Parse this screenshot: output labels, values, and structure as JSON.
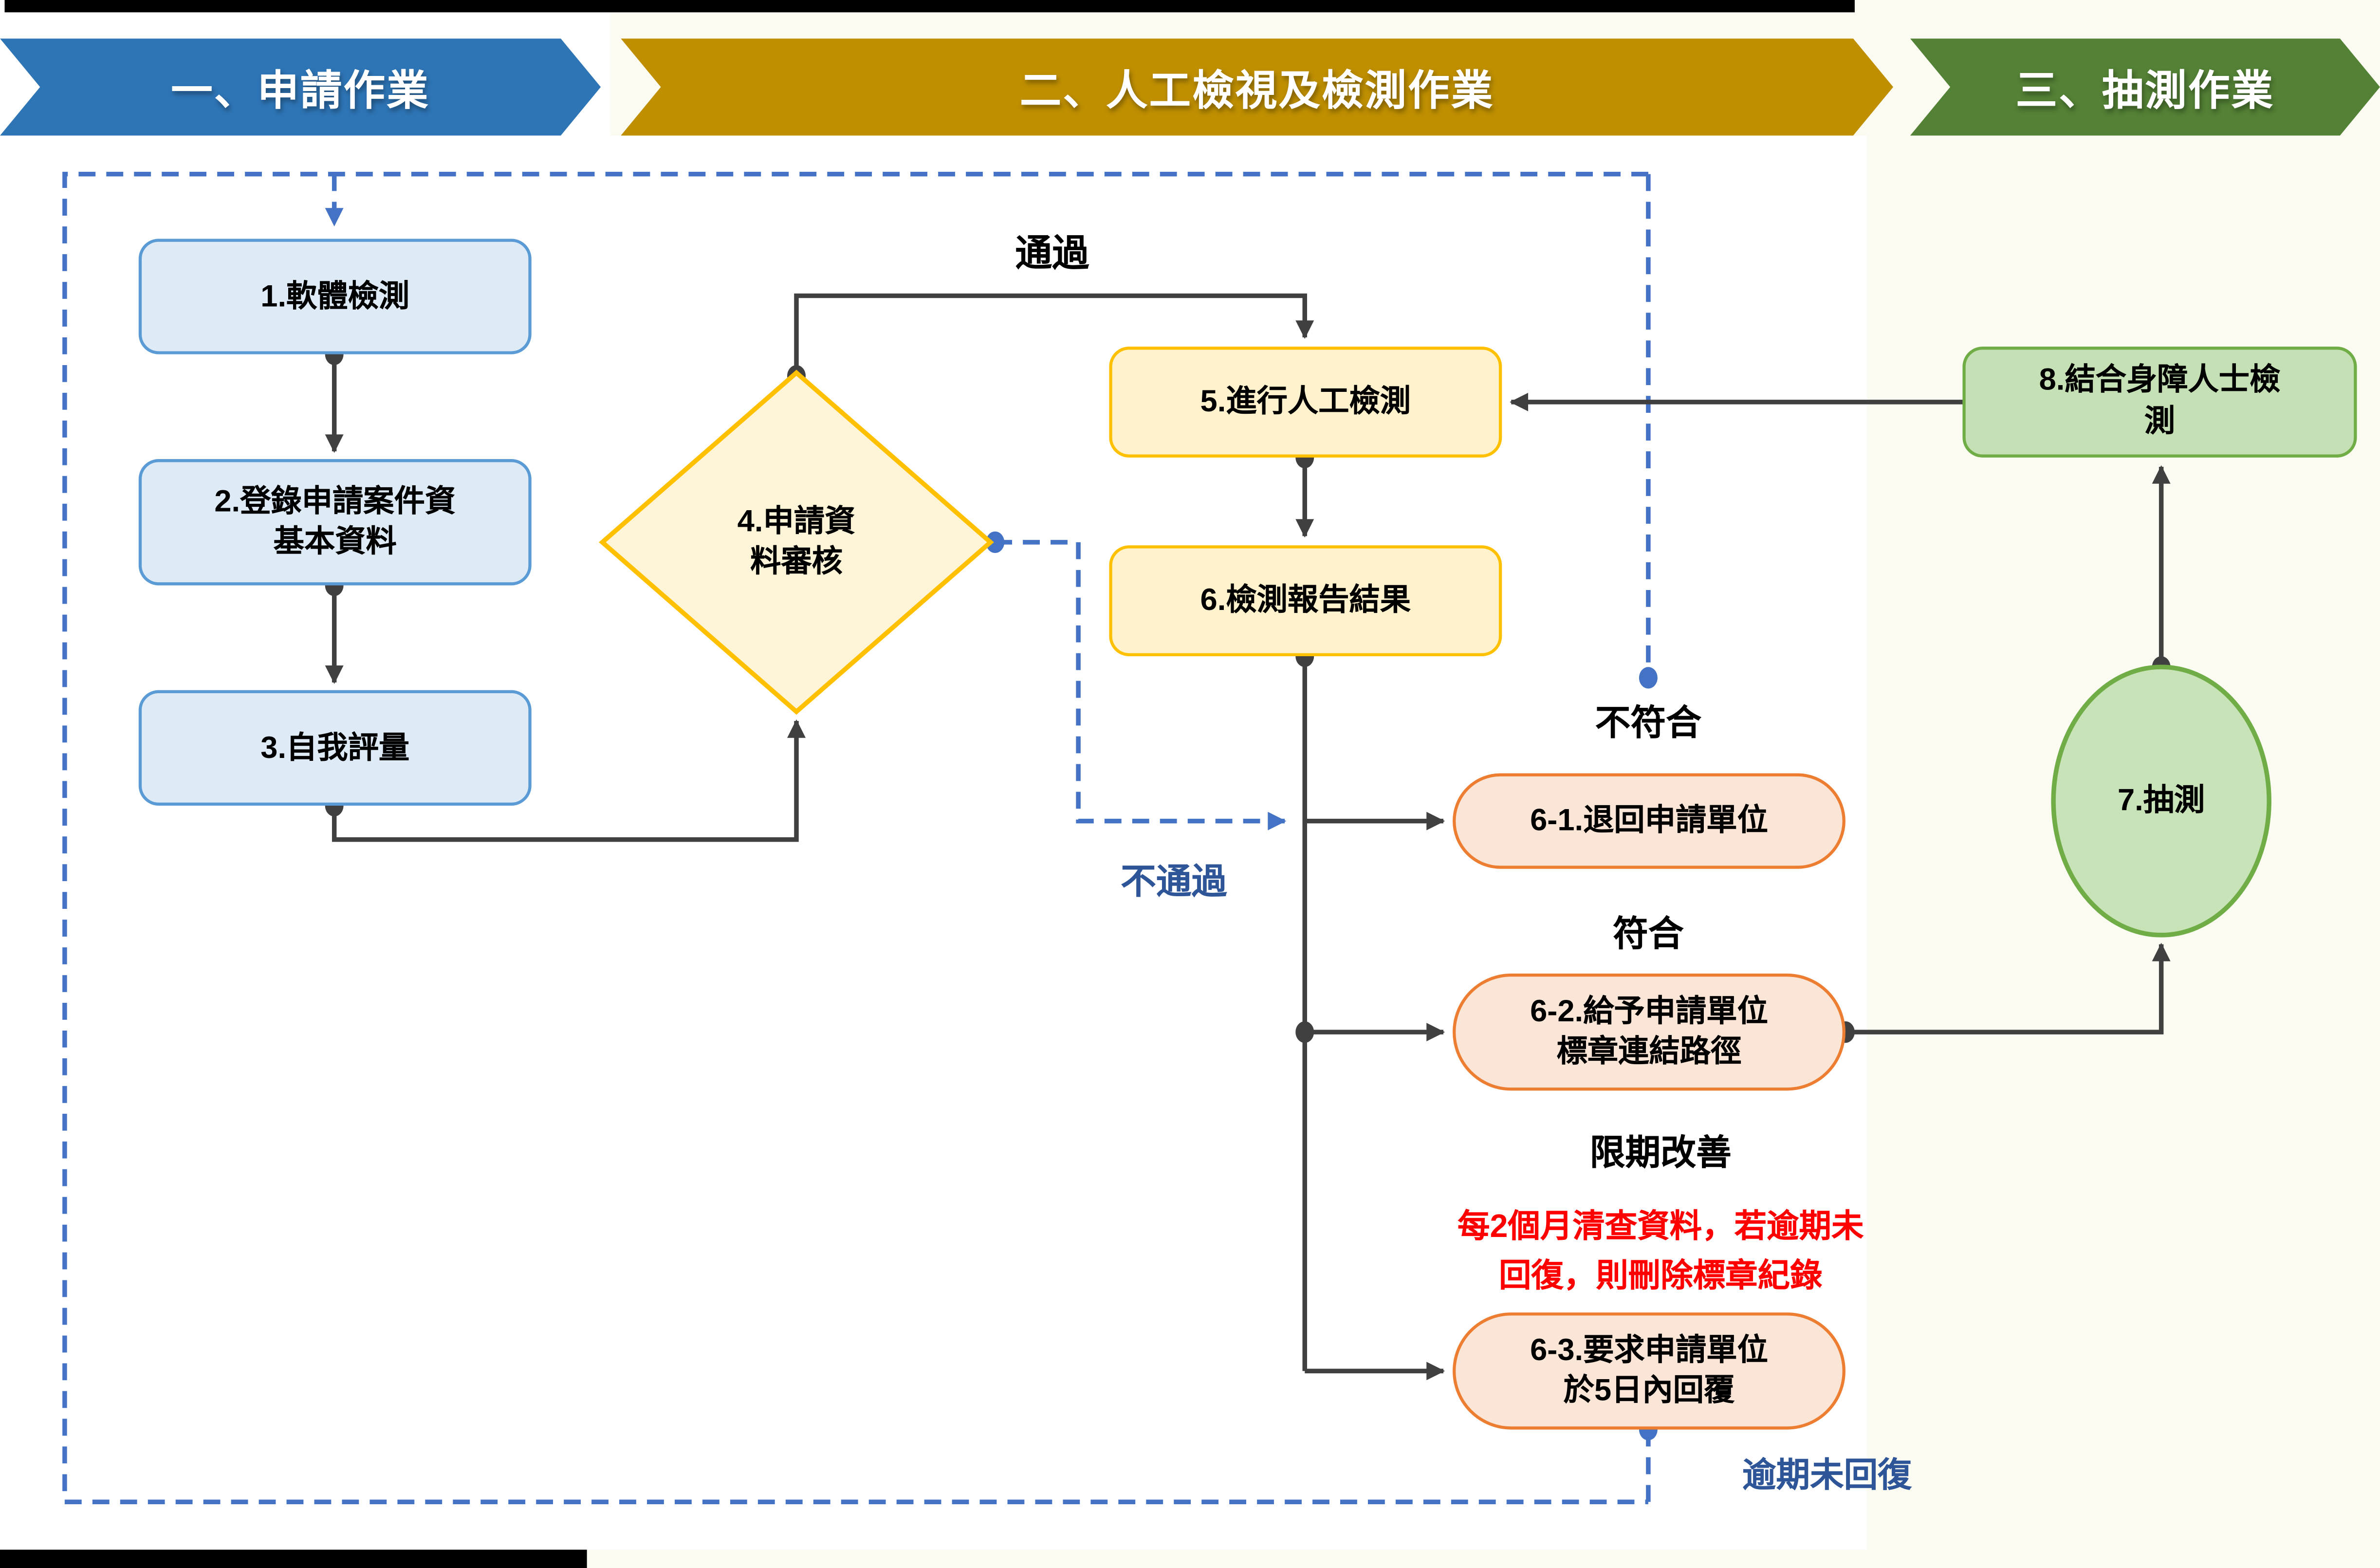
{
  "banners": [
    {
      "label": "一、申請作業",
      "color": "#2E75B6"
    },
    {
      "label": "二、人工檢視及檢測作業",
      "color": "#BF8F00"
    },
    {
      "label": "三、抽測作業",
      "color": "#538135"
    }
  ],
  "nodes": {
    "n1": {
      "label": "1.軟體檢測"
    },
    "n2": {
      "label": "2.登錄申請案件資\n基本資料"
    },
    "n3": {
      "label": "3.自我評量"
    },
    "n4": {
      "label": "4.申請資\n料審核"
    },
    "n5": {
      "label": "5.進行人工檢測"
    },
    "n6": {
      "label": "6.檢測報告結果"
    },
    "n6_1": {
      "label": "6-1.退回申請單位"
    },
    "n6_2": {
      "label": "6-2.給予申請單位\n標章連結路徑"
    },
    "n6_3": {
      "label": "6-3.要求申請單位\n於5日內回覆"
    },
    "n7": {
      "label": "7.抽測"
    },
    "n8": {
      "label": "8.結合身障人士檢\n測"
    }
  },
  "edge_labels": {
    "pass": "通過",
    "fail": "不通過",
    "noncompliant": "不符合",
    "compliant": "符合",
    "deadline": "限期改善",
    "note": "每2個月清查資料，若逾期未\n回復，則刪除標章紀錄",
    "overdue": "逾期未回復"
  },
  "colors": {
    "banner_blue": "#2E75B6",
    "banner_gold": "#BF8F00",
    "banner_green": "#538135",
    "box_blue_fill": "#DEEBF7",
    "box_blue_border": "#5B9BD5",
    "box_yellow_fill": "#FFF2CC",
    "box_yellow_border": "#FFC000",
    "box_orange_fill": "#FBE5D6",
    "box_orange_border": "#ED7D31",
    "box_green_fill": "#C5E0B4",
    "box_green_border": "#70AD47",
    "connector_gray": "#404040",
    "dashed_blue": "#4472C4",
    "note_red": "#FF0000",
    "label_blue": "#2E5597",
    "background_cream": "#FBFBF1",
    "background_white": "#FFFFFF"
  }
}
